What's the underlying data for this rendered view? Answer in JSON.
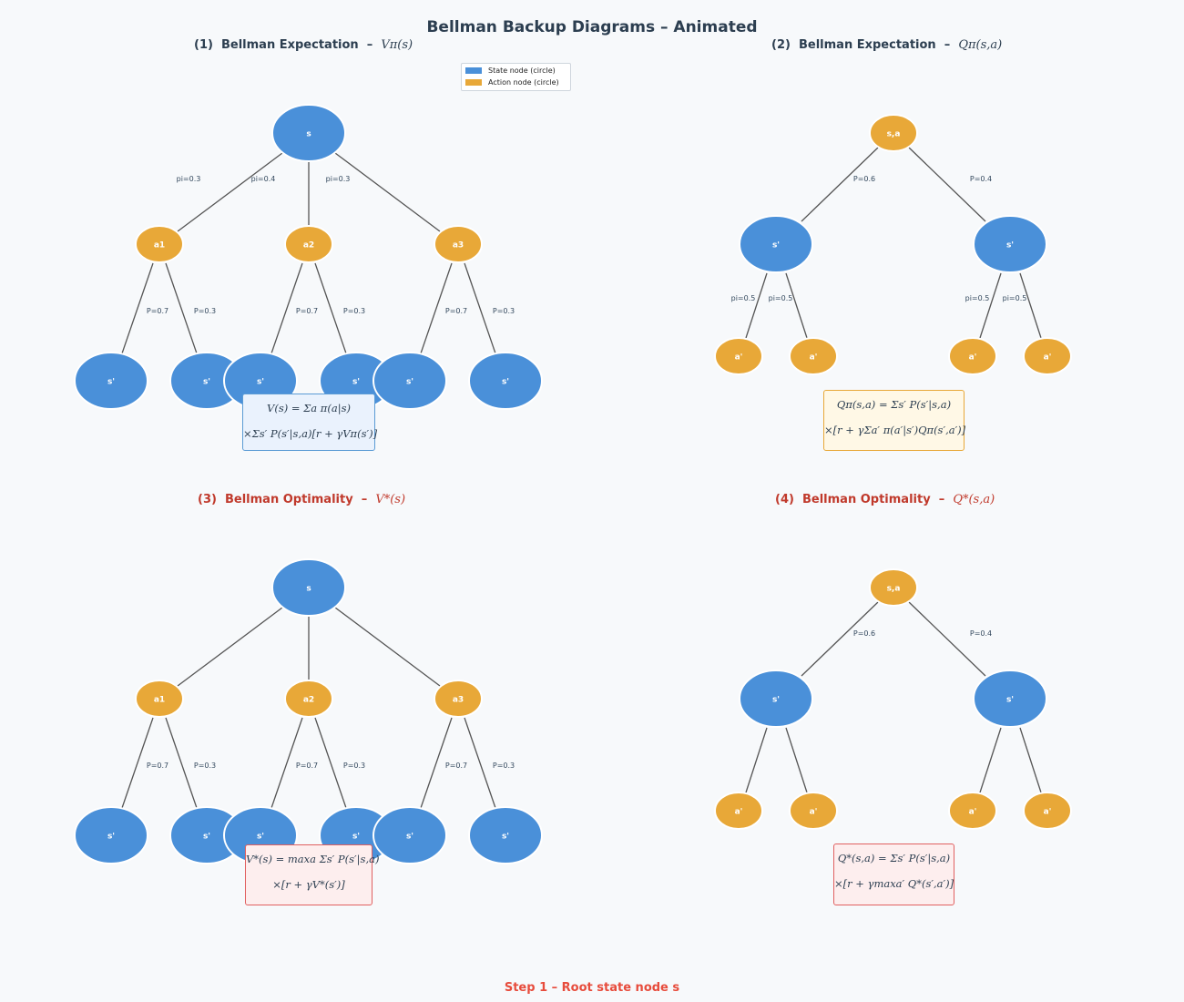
{
  "title": "Bellman Backup Diagrams  –  Animated",
  "panels": [
    {
      "num": "(1)",
      "name": "Bellman Expectation",
      "sep": "–",
      "symbol": "Vπ(s)",
      "formula_l1": "V(s) = Σa π(a|s)",
      "formula_l2": "×Σs′ P(s′|s,a)[r + γVπ(s′)]"
    },
    {
      "num": "(2)",
      "name": "Bellman Expectation",
      "sep": "–",
      "symbol": "Qπ(s,a)",
      "formula_l1": "Qπ(s,a) = Σs′ P(s′|s,a)",
      "formula_l2": "×[r + γΣa′ π(a′|s′)Qπ(s′,a′)]"
    },
    {
      "num": "(3)",
      "name": "Bellman Optimality",
      "sep": "–",
      "symbol": "V*(s)",
      "formula_l1": "V*(s) = maxa Σs′ P(s′|s,a)",
      "formula_l2": "×[r + γV*(s′)]"
    },
    {
      "num": "(4)",
      "name": "Bellman Optimality",
      "sep": "–",
      "symbol": "Q*(s,a)",
      "formula_l1": "Q*(s,a) = Σs′ P(s′|s,a)",
      "formula_l2": "×[r + γmaxa′ Q*(s′,a′)]"
    }
  ],
  "legend": [
    {
      "label": "State node  (circle)",
      "color": "#4a90d9"
    },
    {
      "label": "Action node (circle)",
      "color": "#e8a838"
    }
  ],
  "colors": {
    "state": "#4a90d9",
    "action": "#e8a838",
    "edge": "#555555"
  },
  "labels": {
    "s": "s",
    "a1": "a1",
    "a2": "a2",
    "a3": "a3",
    "sp": "s'",
    "ap": "a'",
    "sa": "s,a",
    "pi_3": "pi=0.3",
    "pi_4": "pi=0.4",
    "pi_5": "pi=0.5",
    "p_7": "P=0.7",
    "p_3": "P=0.3",
    "p_6": "P=0.6",
    "p_4": "P=0.4"
  },
  "step": "Step 1 – Root state node  s"
}
